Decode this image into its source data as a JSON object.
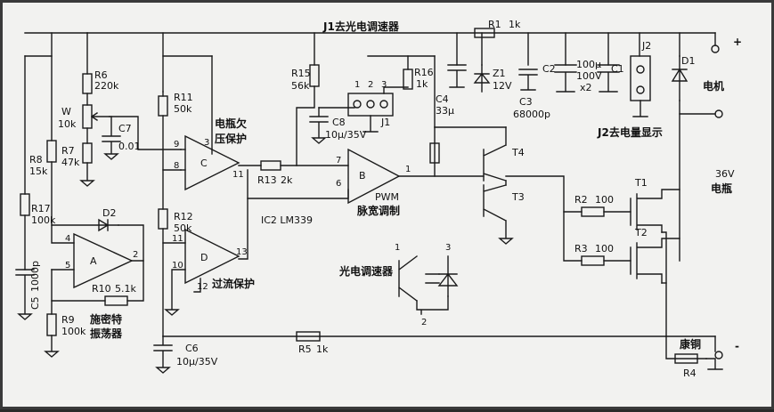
{
  "labels": {
    "j1_line": "J1去光电调速器",
    "r1": "R1",
    "r1_val": "1k",
    "r6": "R6",
    "r6_val": "220k",
    "w": "W",
    "w_val": "10k",
    "r7": "R7",
    "r7_val": "47k",
    "c7": "C7",
    "c7_val": "0.01",
    "r8": "R8",
    "r8_val": "15k",
    "r17": "R17",
    "r17_val": "100k",
    "d2": "D2",
    "c5": "C5",
    "c5_val": "1000p",
    "r9": "R9",
    "r9_val": "100k",
    "r10": "R10",
    "r10_val": "5.1k",
    "osc": "施密特",
    "osc2": "振荡器",
    "r11": "R11",
    "r11_val": "50k",
    "r12": "R12",
    "r12_val": "50k",
    "undervolt": "电瓶欠",
    "undervolt2": "压保护",
    "overcurrent": "过流保护",
    "ic2": "IC2 LM339",
    "c6": "C6",
    "c6_val": "10μ/35V",
    "r5": "R5",
    "r5_val": "1k",
    "r13": "R13",
    "r13_val": "2k",
    "r15": "R15",
    "r15_val": "56k",
    "r16": "R16",
    "r16_val": "1k",
    "c8": "C8",
    "c8_val": "10μ/35V",
    "j1": "J1",
    "j1_p1": "1",
    "j1_p2": "2",
    "j1_p3": "3",
    "pwm": "PWM",
    "pwm2": "脉宽调制",
    "c4": "C4",
    "c4_val": "33μ",
    "z1": "Z1",
    "z1_val": "12V",
    "c3": "C3",
    "c3_val": "68000p",
    "c2": "C2",
    "c2_val1": "100μ",
    "c2_val2": "100V",
    "c2_val3": "x2",
    "c1": "C1",
    "j2": "J2",
    "j2_desc": "J2去电量显示",
    "d1": "D1",
    "motor": "电机",
    "t4": "T4",
    "t3": "T3",
    "t1": "T1",
    "t2": "T2",
    "r2": "R2",
    "r2_val": "100",
    "r3": "R3",
    "r3_val": "100",
    "battery": "36V",
    "battery2": "电瓶",
    "shunt": "康铜",
    "r4": "R4",
    "opto": "光电调速器",
    "opto_p1": "1",
    "opto_p2": "2",
    "opto_p3": "3",
    "plus": "+",
    "minus": "-",
    "opA": "A",
    "opB": "B",
    "opC": "C",
    "opD": "D",
    "pin9": "9",
    "pin8": "8",
    "pin3": "3",
    "pin11": "11",
    "pin7": "7",
    "pin6": "6",
    "pin1": "1",
    "pin4": "4",
    "pin5": "5",
    "pin2": "2",
    "pin11b": "11",
    "pin10": "10",
    "pin13": "13",
    "pin12": "12"
  }
}
